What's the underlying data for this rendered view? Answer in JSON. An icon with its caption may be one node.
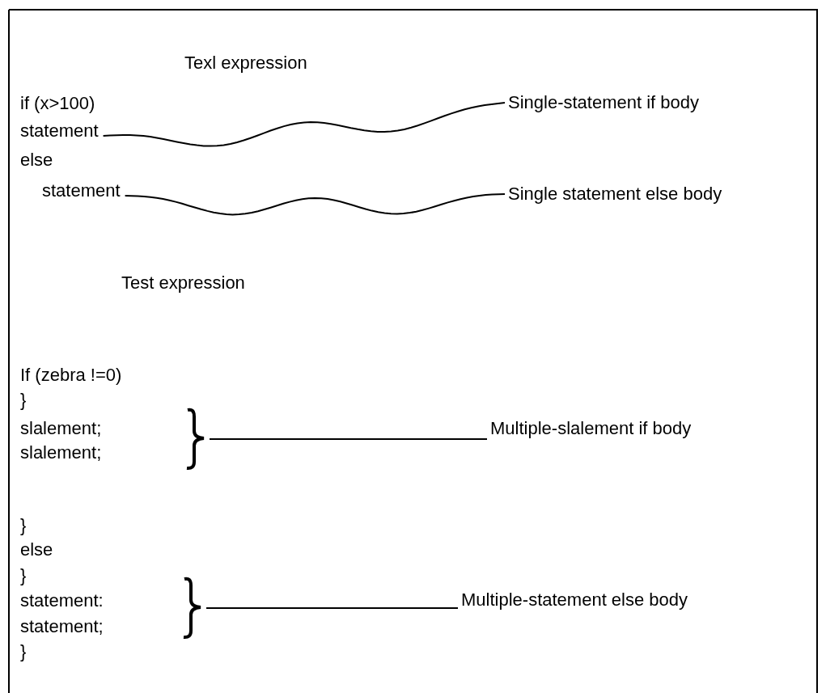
{
  "diagram": {
    "nodes": [
      {
        "text": [
          "statement"
        ]
      },
      {
        "text": [
          "Single-statement if body"
        ]
      },
      {
        "text": [
          "statement"
        ]
      },
      {
        "text": [
          "Single statement else body"
        ]
      },
      {
        "text": [],
        "shape": "bracket"
      },
      {
        "text": [
          "Multiple-slalement if body"
        ]
      },
      {
        "text": [],
        "shape": "bracket"
      },
      {
        "text": [
          "Multiple-statement else body"
        ]
      }
    ],
    "edges": [
      {
        "from": 1,
        "to": 0,
        "arrow": "none"
      },
      {
        "from": 3,
        "to": 2,
        "arrow": "none"
      },
      {
        "from": 5,
        "to": 4,
        "arrow": "none"
      },
      {
        "from": 7,
        "to": 6,
        "arrow": "none"
      }
    ],
    "labels": [
      "Texl expression",
      "if (x>100)",
      "else",
      "Test expression",
      "If (zebra !=0)",
      "}",
      "slalement;",
      "slalement;",
      "}",
      "else",
      "}",
      "statement:",
      "statement;",
      "}"
    ]
  }
}
